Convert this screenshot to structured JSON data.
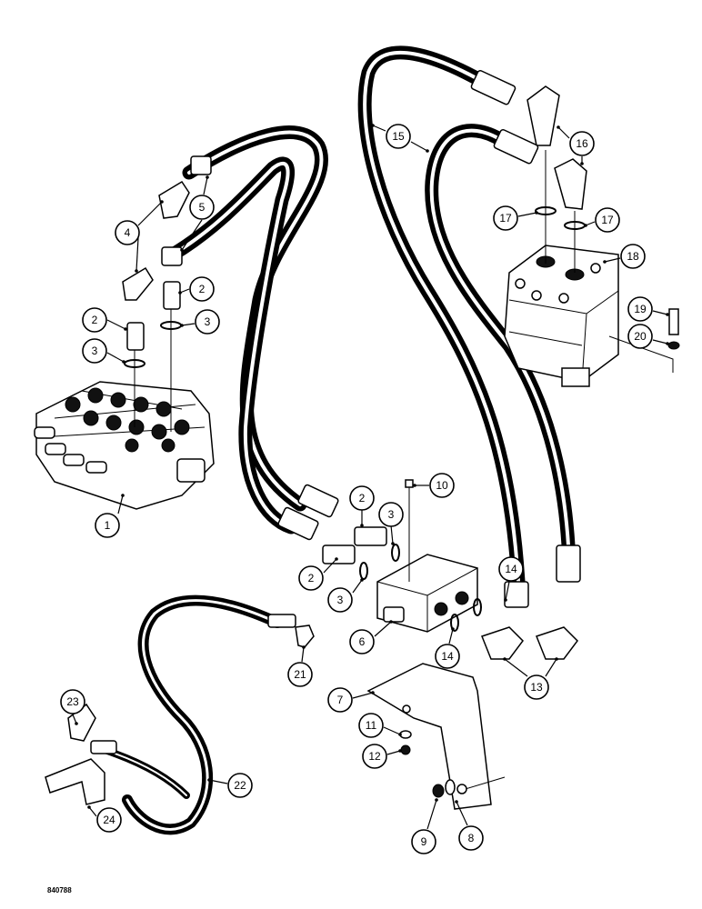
{
  "diagram": {
    "drawing_number": "840788",
    "callouts": [
      {
        "id": "1",
        "label": "1"
      },
      {
        "id": "2a",
        "label": "2"
      },
      {
        "id": "2b",
        "label": "2"
      },
      {
        "id": "2c",
        "label": "2"
      },
      {
        "id": "2d",
        "label": "2"
      },
      {
        "id": "3a",
        "label": "3"
      },
      {
        "id": "3b",
        "label": "3"
      },
      {
        "id": "3c",
        "label": "3"
      },
      {
        "id": "3d",
        "label": "3"
      },
      {
        "id": "4",
        "label": "4"
      },
      {
        "id": "5",
        "label": "5"
      },
      {
        "id": "6",
        "label": "6"
      },
      {
        "id": "7",
        "label": "7"
      },
      {
        "id": "8",
        "label": "8"
      },
      {
        "id": "9",
        "label": "9"
      },
      {
        "id": "10",
        "label": "10"
      },
      {
        "id": "11",
        "label": "11"
      },
      {
        "id": "12",
        "label": "12"
      },
      {
        "id": "13",
        "label": "13"
      },
      {
        "id": "14a",
        "label": "14"
      },
      {
        "id": "14b",
        "label": "14"
      },
      {
        "id": "15",
        "label": "15"
      },
      {
        "id": "16",
        "label": "16"
      },
      {
        "id": "17a",
        "label": "17"
      },
      {
        "id": "17b",
        "label": "17"
      },
      {
        "id": "18",
        "label": "18"
      },
      {
        "id": "19",
        "label": "19"
      },
      {
        "id": "20",
        "label": "20"
      },
      {
        "id": "21",
        "label": "21"
      },
      {
        "id": "22",
        "label": "22"
      },
      {
        "id": "23",
        "label": "23"
      },
      {
        "id": "24",
        "label": "24"
      }
    ]
  }
}
